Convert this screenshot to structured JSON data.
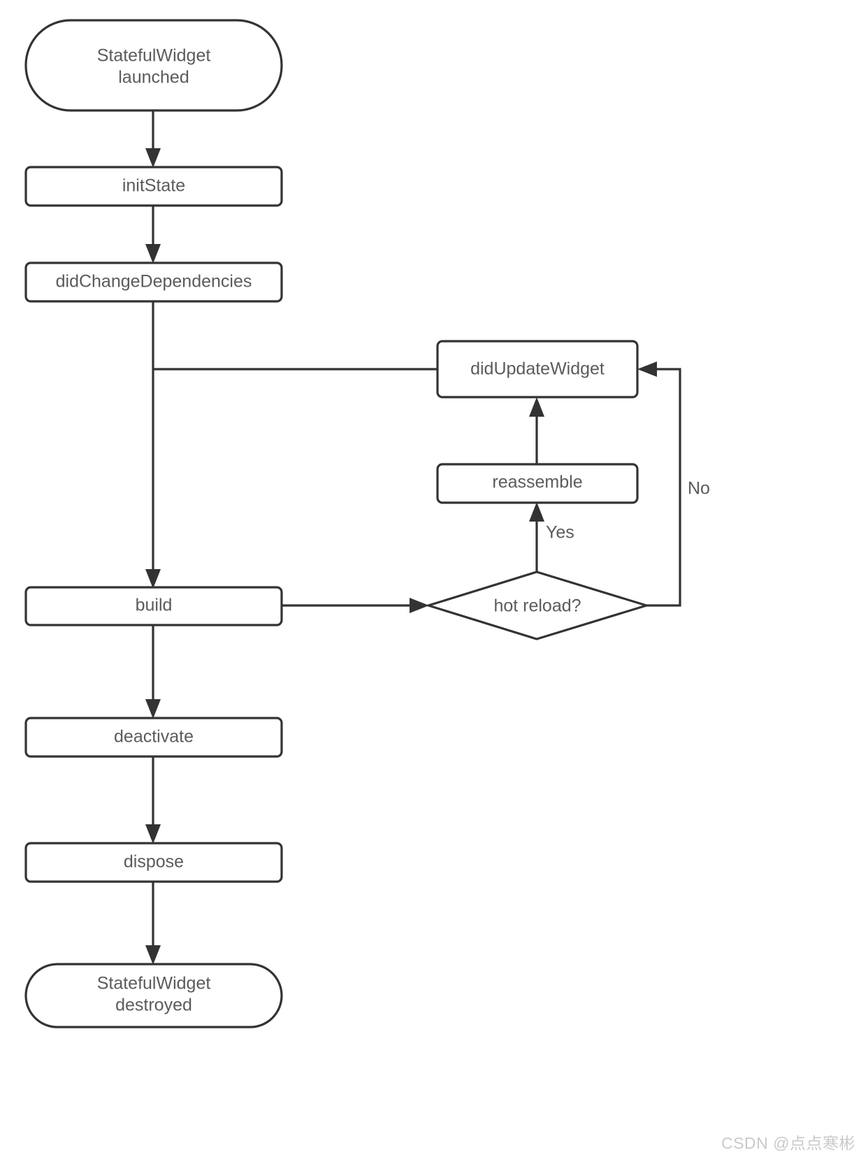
{
  "diagram": {
    "title": "Flutter StatefulWidget lifecycle flowchart",
    "colors": {
      "background": "#ffffff",
      "stroke": "#333333",
      "text": "#5b5b5b",
      "watermark": "#c9c9c9"
    },
    "nodes": [
      {
        "id": "start",
        "shape": "stadium",
        "label_line1": "StatefulWidget",
        "label_line2": "launched"
      },
      {
        "id": "initState",
        "shape": "rectangle",
        "label": "initState"
      },
      {
        "id": "didChangeDependencies",
        "shape": "rectangle",
        "label": "didChangeDependencies"
      },
      {
        "id": "didUpdateWidget",
        "shape": "rectangle",
        "label": "didUpdateWidget"
      },
      {
        "id": "reassemble",
        "shape": "rectangle",
        "label": "reassemble"
      },
      {
        "id": "hotReload",
        "shape": "diamond",
        "label": "hot reload?"
      },
      {
        "id": "build",
        "shape": "rectangle",
        "label": "build"
      },
      {
        "id": "deactivate",
        "shape": "rectangle",
        "label": "deactivate"
      },
      {
        "id": "dispose",
        "shape": "rectangle",
        "label": "dispose"
      },
      {
        "id": "end",
        "shape": "stadium",
        "label_line1": "StatefulWidget",
        "label_line2": "destroyed"
      }
    ],
    "edges": [
      {
        "from": "start",
        "to": "initState",
        "label": ""
      },
      {
        "from": "initState",
        "to": "didChangeDependencies",
        "label": ""
      },
      {
        "from": "didChangeDependencies",
        "to": "build",
        "label": ""
      },
      {
        "from": "didChangeDependencies",
        "to": "didUpdateWidget",
        "label": ""
      },
      {
        "from": "build",
        "to": "hotReload",
        "label": ""
      },
      {
        "from": "hotReload",
        "to": "reassemble",
        "label": "Yes"
      },
      {
        "from": "hotReload",
        "to": "didUpdateWidget",
        "label": "No"
      },
      {
        "from": "reassemble",
        "to": "didUpdateWidget",
        "label": ""
      },
      {
        "from": "build",
        "to": "deactivate",
        "label": ""
      },
      {
        "from": "deactivate",
        "to": "dispose",
        "label": ""
      },
      {
        "from": "dispose",
        "to": "end",
        "label": ""
      }
    ],
    "edge_labels": {
      "yes": "Yes",
      "no": "No"
    }
  },
  "watermark": {
    "text": "CSDN @点点寒彬"
  }
}
